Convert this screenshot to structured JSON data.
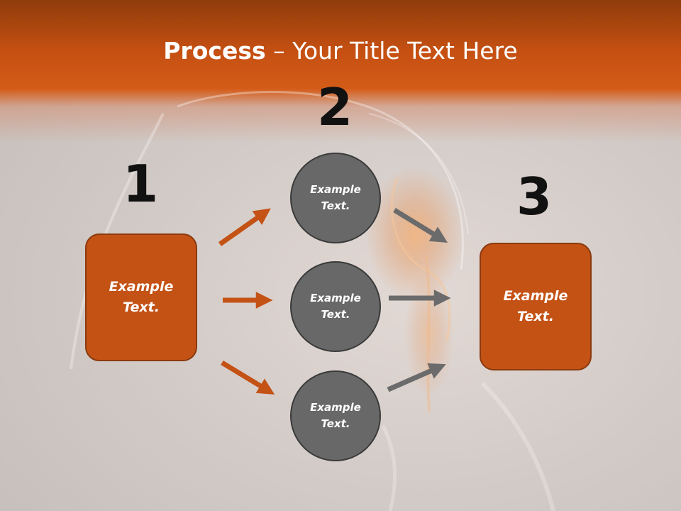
{
  "slide": {
    "title_strong": "Process",
    "title_rest": " – Your Title Text Here",
    "steps": [
      "1",
      "2",
      "3"
    ],
    "left_box_text": "Example Text.",
    "right_box_text": "Example Text.",
    "circles": [
      "Example Text.",
      "Example Text.",
      "Example Text."
    ]
  },
  "colors": {
    "accent_orange": "#c45215",
    "circle_gray": "#686868",
    "arrow_gray": "#6b6b6b"
  }
}
